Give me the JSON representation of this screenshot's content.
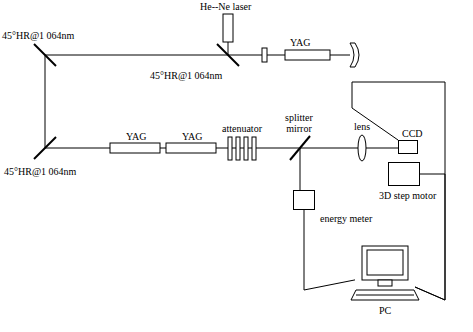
{
  "diagram": {
    "nodes": [
      {
        "text": [
          "He--Ne laser"
        ]
      },
      {
        "text": [
          "YAG"
        ]
      },
      {
        "text": [
          "YAG"
        ]
      },
      {
        "text": [
          "YAG"
        ]
      },
      {
        "text": [
          "attenuator"
        ]
      },
      {
        "text": [
          "splitter mirror"
        ]
      },
      {
        "text": [
          "lens"
        ]
      },
      {
        "text": [
          "CCD"
        ]
      },
      {
        "text": [
          "3D step motor"
        ]
      },
      {
        "text": [
          "energy meter"
        ]
      },
      {
        "text": [
          "PC"
        ]
      }
    ],
    "edges": [
      {
        "from": 7,
        "to": 10,
        "arrow": "none"
      },
      {
        "from": 8,
        "to": 10,
        "arrow": "none"
      },
      {
        "from": 9,
        "to": 10,
        "arrow": "none"
      }
    ],
    "labels": [
      "45°HR@1 064nm",
      "45°HR@1 064nm",
      "45°HR@1 064nm"
    ]
  }
}
